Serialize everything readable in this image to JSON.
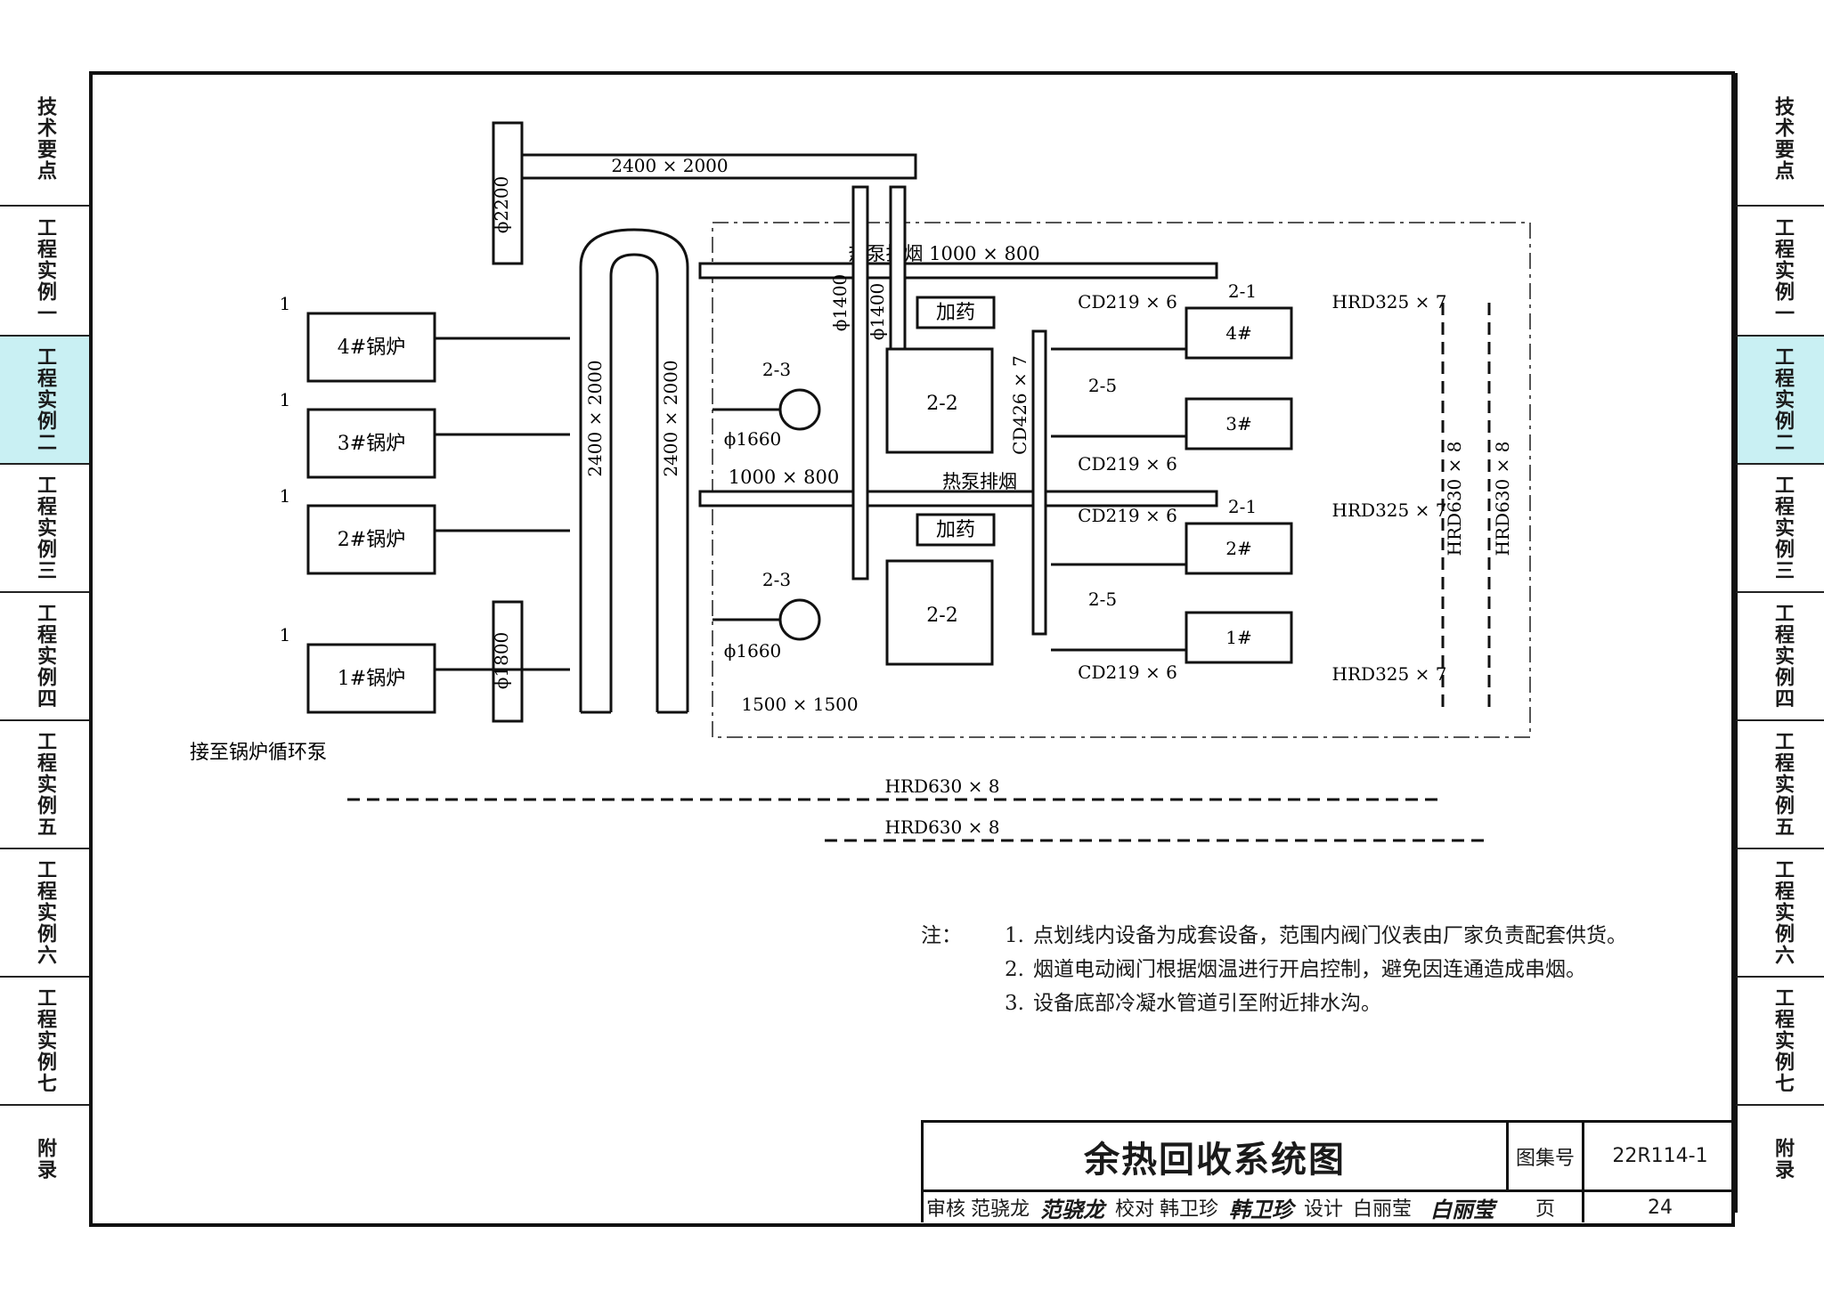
{
  "side_tabs": [
    {
      "label": "技术要点",
      "active": false
    },
    {
      "label": "工程实例一",
      "active": false
    },
    {
      "label": "工程实例二",
      "active": true
    },
    {
      "label": "工程实例三",
      "active": false
    },
    {
      "label": "工程实例四",
      "active": false
    },
    {
      "label": "工程实例五",
      "active": false
    },
    {
      "label": "工程实例六",
      "active": false
    },
    {
      "label": "工程实例七",
      "active": false
    },
    {
      "label": "附录",
      "active": false
    }
  ],
  "diagram": {
    "flue_top": "2400 × 2000",
    "chimney": "ϕ2200",
    "flue_main_1": "2400 × 2000",
    "flue_main_2": "2400 × 2000",
    "heatpump_exhaust_top": "热泵排烟 1000 × 800",
    "heatpump_exhaust_mid_size": "1000 × 800",
    "heatpump_exhaust_mid_label": "热泵排烟",
    "riser_1": "ϕ1400",
    "riser_2": "ϕ1400",
    "boiler1_flue": "ϕ1800",
    "duct_1660_top": "ϕ1660",
    "duct_1660_bottom": "ϕ1660",
    "duct_1500": "1500 × 1500",
    "cd426": "CD426 × 7",
    "cd219": [
      "CD219 × 6",
      "CD219 × 6",
      "CD219 × 6",
      "CD219 × 6"
    ],
    "hrd325": [
      "HRD325 × 7",
      "HRD325 × 7",
      "HRD325 × 7"
    ],
    "hrd630_v1": "HRD630 × 8",
    "hrd630_v2": "HRD630 × 8",
    "hrd630_h1": "HRD630 × 8",
    "hrd630_h2": "HRD630 × 8",
    "boilers": [
      "4#锅炉",
      "3#锅炉",
      "2#锅炉",
      "1#锅炉"
    ],
    "units": [
      "4#",
      "3#",
      "2#",
      "1#"
    ],
    "dosing": [
      "加药",
      "加药"
    ],
    "exchanger_tag": "2-2",
    "fan_tag": "2-3",
    "pump_tag": "2-5",
    "unit_tag": "2-1",
    "boiler_tag": "1",
    "to_boiler_pump": "接至锅炉循环泵"
  },
  "notes": {
    "lead": "注：",
    "items": [
      {
        "num": "1.",
        "text": "点划线内设备为成套设备，范围内阀门仪表由厂家负责配套供货。"
      },
      {
        "num": "2.",
        "text": "烟道电动阀门根据烟温进行开启控制，避免因连通造成串烟。"
      },
      {
        "num": "3.",
        "text": "设备底部冷凝水管道引至附近排水沟。"
      }
    ]
  },
  "title_block": {
    "title": "余热回收系统图",
    "atlas_label": "图集号",
    "atlas_no": "22R114-1",
    "review_label": "审核",
    "reviewer": "范骁龙",
    "review_sig": "范骁龙",
    "check_label": "校对",
    "checker": "韩卫珍",
    "check_sig": "韩卫珍",
    "design_label": "设计",
    "designer": "白丽莹",
    "design_sig": "白丽莹",
    "page_label": "页",
    "page_no": "24"
  }
}
